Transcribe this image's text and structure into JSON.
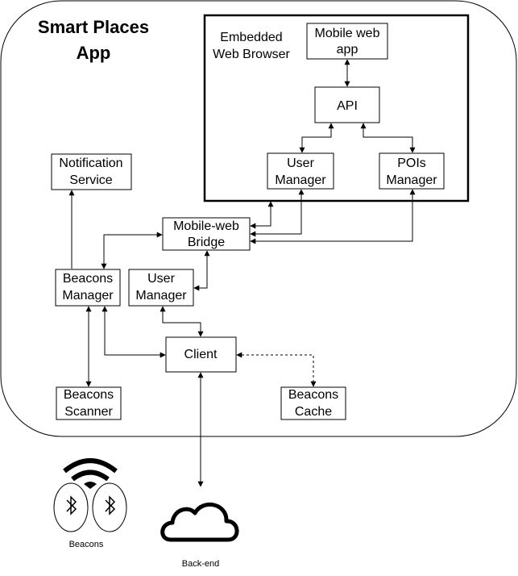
{
  "app": {
    "title_line1": "Smart Places",
    "title_line2": "App"
  },
  "embedded_browser": {
    "label_line1": "Embedded",
    "label_line2": "Web Browser",
    "mobile_web_app": [
      "Mobile web",
      "app"
    ],
    "api": "API",
    "user_manager": [
      "User",
      "Manager"
    ],
    "pois_manager": [
      "POIs",
      "Manager"
    ]
  },
  "nodes": {
    "notification_service": [
      "Notification",
      "Service"
    ],
    "mobile_web_bridge": [
      "Mobile-web",
      "Bridge"
    ],
    "beacons_manager": [
      "Beacons",
      "Manager"
    ],
    "user_manager": [
      "User",
      "Manager"
    ],
    "client": "Client",
    "beacons_scanner": [
      "Beacons",
      "Scanner"
    ],
    "beacons_cache": [
      "Beacons",
      "Cache"
    ]
  },
  "external": {
    "beacons_label": "Beacons",
    "backend_label": "Back-end"
  },
  "colors": {
    "stroke": "#000000",
    "background": "#ffffff"
  },
  "icons": {
    "wifi": "wifi-icon",
    "bluetooth": "bluetooth-icon",
    "cloud": "cloud-icon"
  }
}
